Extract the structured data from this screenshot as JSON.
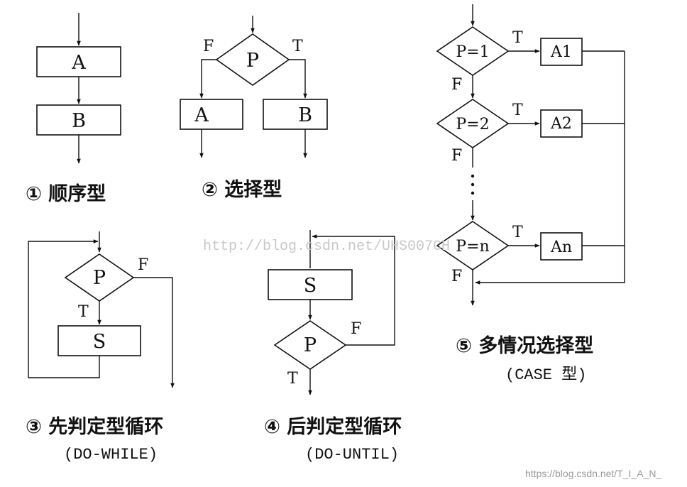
{
  "sequential": {
    "box_a": "A",
    "box_b": "B",
    "caption": "① 顺序型"
  },
  "selection": {
    "decision": "P",
    "false_label": "F",
    "true_label": "T",
    "box_a": "A",
    "box_b": "B",
    "caption": "② 选择型"
  },
  "do_while": {
    "decision": "P",
    "false_label": "F",
    "true_label": "T",
    "box_s": "S",
    "caption": "③ 先判定型循环",
    "subcaption": "(DO-WHILE)"
  },
  "do_until": {
    "box_s": "S",
    "decision": "P",
    "false_label": "F",
    "true_label": "T",
    "caption": "④ 后判定型循环",
    "subcaption": "(DO-UNTIL)"
  },
  "case": {
    "decision_1": "P=1",
    "decision_2": "P=2",
    "decision_n": "P=n",
    "box_1": "A1",
    "box_2": "A2",
    "box_n": "An",
    "true_label_1": "T",
    "true_label_2": "T",
    "true_label_n": "T",
    "false_label_1": "F",
    "false_label_2": "F",
    "false_label_n": "F",
    "caption": "⑤ 多情况选择型",
    "subcaption": "(CASE 型)"
  },
  "watermark_center": "http://blog.csdn.net/UHS007CH",
  "watermark_corner": "https://blog.csdn.net/T_I_A_N_"
}
